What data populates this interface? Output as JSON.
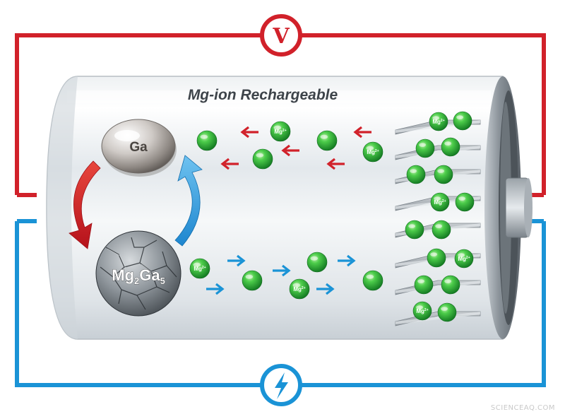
{
  "battery": {
    "title": "Mg-ion Rechargeable"
  },
  "circuit": {
    "top_symbol": "V",
    "top_color": "#d1212a",
    "bottom_icon": "lightning-bolt-icon",
    "bottom_color": "#1a93d6"
  },
  "anode": {
    "metal_label": "Ga",
    "alloy_label_main": "Mg",
    "alloy_sub_1": "2",
    "alloy_label_mid": "Ga",
    "alloy_sub_2": "5"
  },
  "ions": {
    "label": "Mg",
    "charge": "2+",
    "color": "#2fae3a"
  },
  "watermark": "SCIENCEAQ.COM"
}
